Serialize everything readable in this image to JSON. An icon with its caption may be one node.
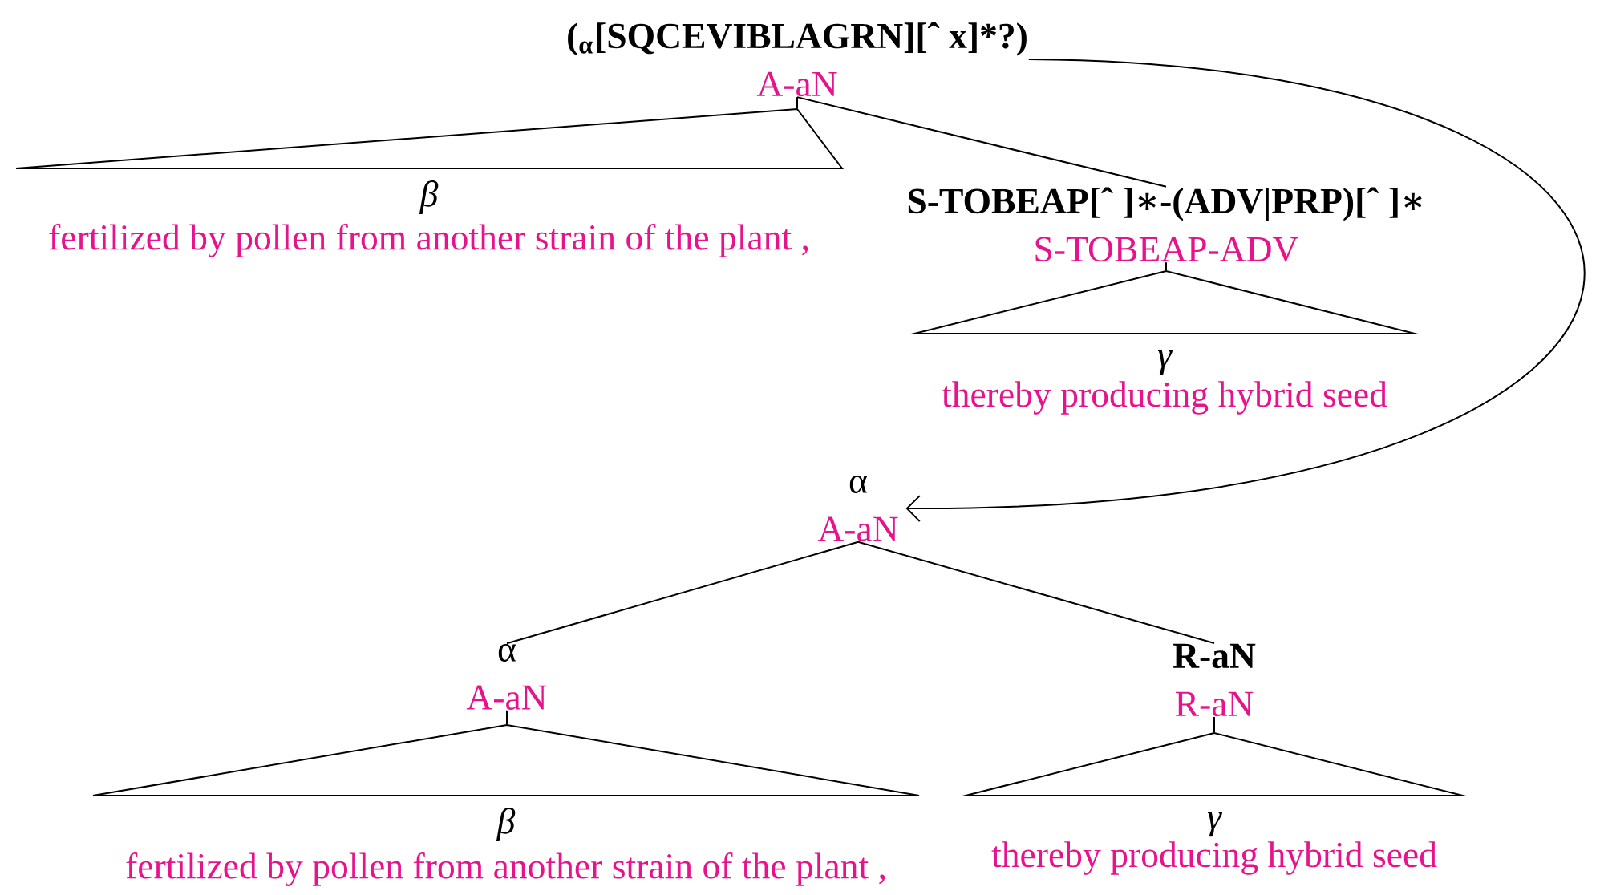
{
  "diagram": {
    "nodes": [
      {
        "text": [
          "($_{α}$[SQCEVIBLAGRN][ˆ x]*?)",
          "A-aN"
        ]
      },
      {
        "text": [
          "β",
          "fertilized by pollen from another strain of the plant ,"
        ]
      },
      {
        "text": [
          "S-TOBEAP[ˆ ]∗-(ADV|PRP)[ˆ ]∗",
          "S-TOBEAP-ADV"
        ]
      },
      {
        "text": [
          "γ",
          "thereby producing hybrid seed"
        ]
      },
      {
        "text": [
          "α",
          "A-aN"
        ]
      },
      {
        "text": [
          "α",
          "A-aN"
        ]
      },
      {
        "text": [
          "β",
          "fertilized by pollen from another strain of the plant ,"
        ]
      },
      {
        "text": [
          "R-aN",
          "R-aN"
        ]
      },
      {
        "text": [
          "γ",
          "thereby producing hybrid seed"
        ]
      }
    ],
    "edges": [
      {
        "from": 0,
        "to": 1,
        "arrow": "none"
      },
      {
        "from": 0,
        "to": 2,
        "arrow": "none"
      },
      {
        "from": 2,
        "to": 3,
        "arrow": "none"
      },
      {
        "from": 0,
        "to": 4,
        "arrow": "to"
      },
      {
        "from": 4,
        "to": 5,
        "arrow": "none"
      },
      {
        "from": 4,
        "to": 7,
        "arrow": "none"
      },
      {
        "from": 5,
        "to": 6,
        "arrow": "none"
      },
      {
        "from": 7,
        "to": 8,
        "arrow": "none"
      }
    ]
  }
}
